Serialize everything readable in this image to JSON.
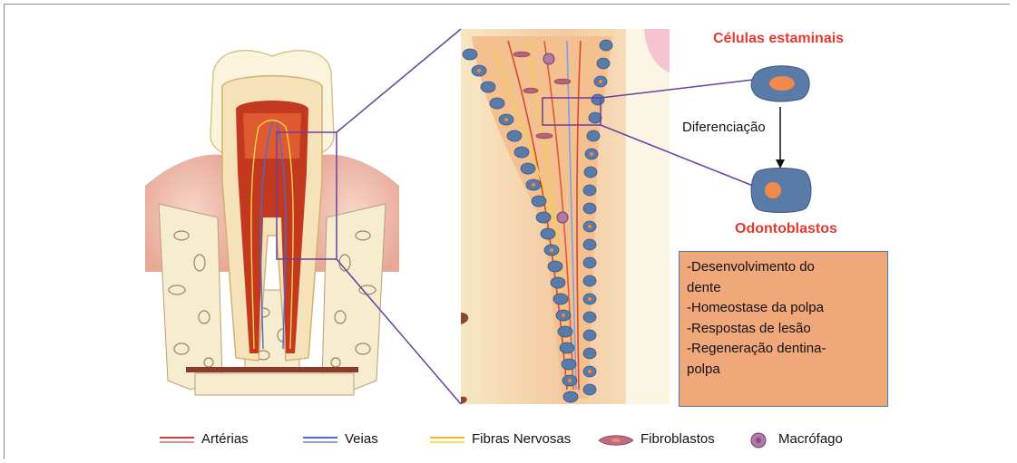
{
  "labels": {
    "stem_cells": "Células estaminais",
    "differentiation": "Diferenciação",
    "odontoblasts": "Odontoblastos"
  },
  "functions": [
    "-Desenvolvimento do",
    "dente",
    "-Homeostase da polpa",
    "-Respostas de lesão",
    "-Regeneração dentina-",
    "polpa"
  ],
  "legend": [
    {
      "label": "Artérias",
      "icon": "red-double-line"
    },
    {
      "label": "Veias",
      "icon": "blue-double-line"
    },
    {
      "label": "Fibras Nervosas",
      "icon": "yellow-double-line"
    },
    {
      "label": "Fibroblastos",
      "icon": "fibroblast-cell"
    },
    {
      "label": "Macrófago",
      "icon": "macrophage-cell"
    }
  ],
  "colors": {
    "red_label": "#e8392f",
    "box_fill": "#f0a87a",
    "box_border": "#4a78c0",
    "zoom_lines": "#6a3fa0",
    "cell_blue": "#5a7aa8",
    "cell_nucleus": "#f08a4a"
  }
}
